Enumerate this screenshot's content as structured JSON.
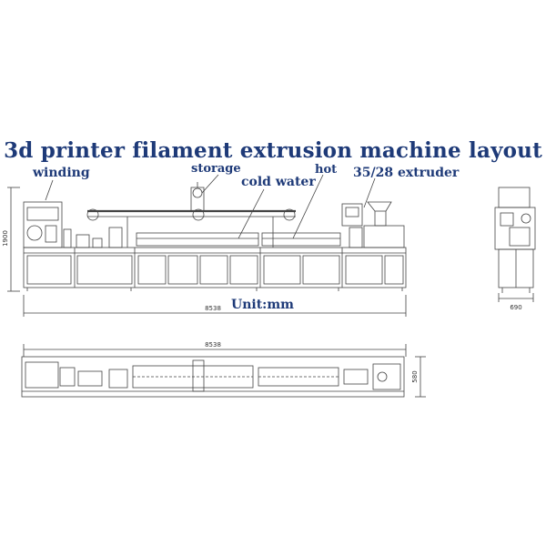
{
  "title": "3d printer filament extrusion machine layout",
  "labels": {
    "winding": "winding",
    "storage": "storage",
    "cold_water": "cold  water",
    "hot": "hot",
    "extruder": "35/28 extruder",
    "unit": "Unit:mm"
  },
  "dimensions": {
    "height": "1900",
    "length_front": "8538",
    "length_top": "8538",
    "width_side": "690",
    "width_top": "580"
  },
  "colors": {
    "label": "#1e3a78",
    "line": "#444444"
  }
}
